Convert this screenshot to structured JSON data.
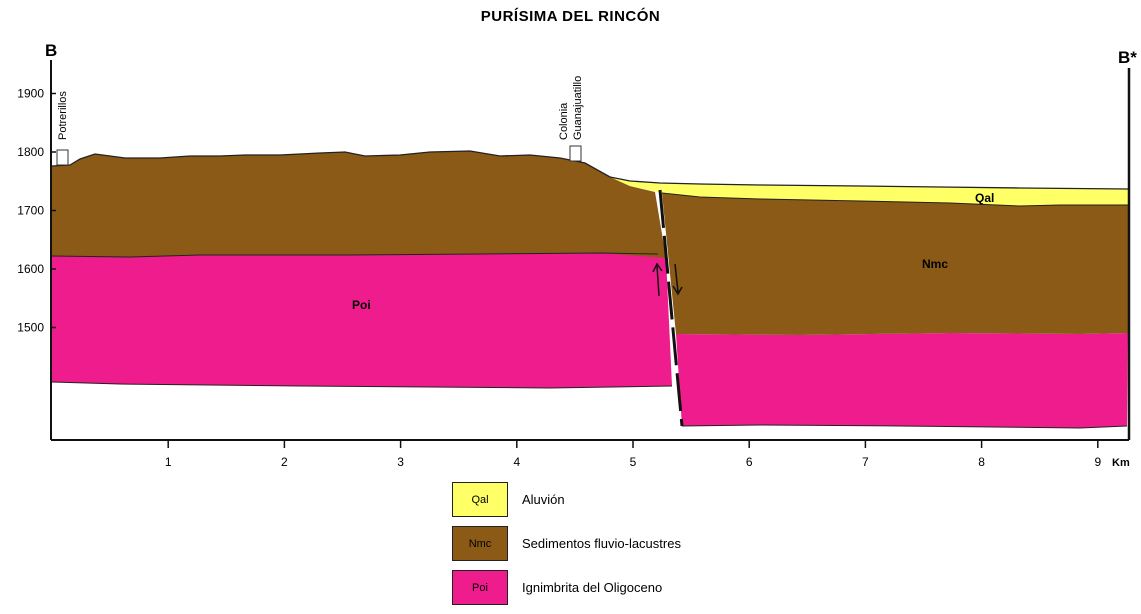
{
  "title": "PURÍSIMA DEL RINCÓN",
  "section": {
    "start_label": "B",
    "end_label": "B*",
    "y_ticks": [
      {
        "value": 1900,
        "label": "1900"
      },
      {
        "value": 1800,
        "label": "1800"
      },
      {
        "value": 1700,
        "label": "1700"
      },
      {
        "value": 1600,
        "label": "1600"
      },
      {
        "value": 1500,
        "label": "1500"
      }
    ],
    "x_ticks": [
      {
        "value": 1,
        "label": "1"
      },
      {
        "value": 2,
        "label": "2"
      },
      {
        "value": 3,
        "label": "3"
      },
      {
        "value": 4,
        "label": "4"
      },
      {
        "value": 5,
        "label": "5"
      },
      {
        "value": 6,
        "label": "6"
      },
      {
        "value": 7,
        "label": "7"
      },
      {
        "value": 8,
        "label": "8"
      },
      {
        "value": 9,
        "label": "9"
      }
    ],
    "x_unit": "Km",
    "places": {
      "potrerillos": {
        "name": "Potrerillos",
        "km": 0.1
      },
      "guanajuatillo": {
        "line1": "Colonia",
        "line2": "Guanajuatillo",
        "km": 4.52
      }
    },
    "unit_labels": {
      "qal": "Qal",
      "nmc": "Nmc",
      "poi": "Poi"
    },
    "fault_km": 5.3
  },
  "legend": [
    {
      "code": "Qal",
      "label": "Aluvión",
      "color": "#ffff66"
    },
    {
      "code": "Nmc",
      "label": "Sedimentos fluvio-lacustres",
      "color": "#8b5a16"
    },
    {
      "code": "Poi",
      "label": "Ignimbrita del Oligoceno",
      "color": "#ee1c8c"
    }
  ],
  "colors": {
    "qal": "#ffff66",
    "nmc": "#8b5a16",
    "poi": "#ee1c8c"
  }
}
